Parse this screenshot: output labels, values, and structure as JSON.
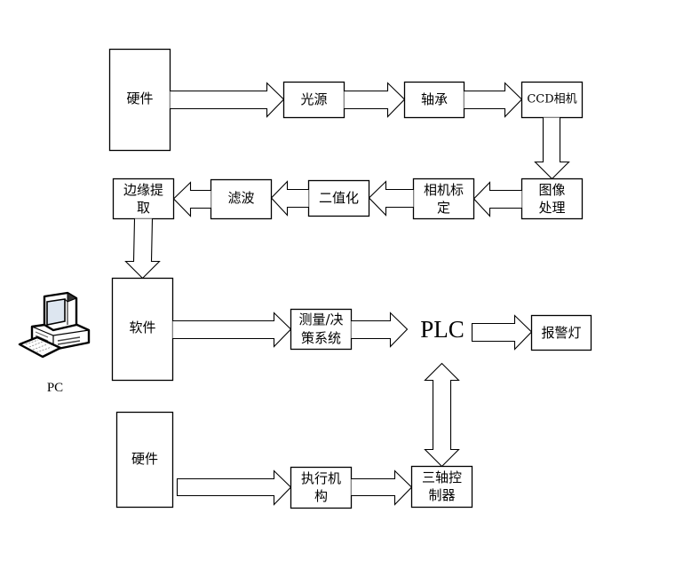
{
  "diagram": {
    "type": "flowchart",
    "nodes": {
      "hardware_top": {
        "label": "硬件"
      },
      "light_source": {
        "label": "光源"
      },
      "bearing": {
        "label": "轴承"
      },
      "ccd_camera": {
        "label": "CCD相机"
      },
      "image_processing": {
        "line1": "图像",
        "line2": "处理"
      },
      "camera_calibration": {
        "line1": "相机标",
        "line2": "定"
      },
      "binarization": {
        "label": "二值化"
      },
      "filtering": {
        "label": "滤波"
      },
      "edge_extraction": {
        "line1": "边缘提",
        "line2": "取"
      },
      "software": {
        "label": "软件"
      },
      "measure_decision": {
        "line1": "测量/决",
        "line2": "策系统"
      },
      "plc": {
        "label": "PLC"
      },
      "alarm_light": {
        "label": "报警灯"
      },
      "hardware_bottom": {
        "label": "硬件"
      },
      "actuator": {
        "line1": "执行机",
        "line2": "构"
      },
      "three_axis_controller": {
        "line1": "三轴控",
        "line2": "制器"
      },
      "pc": {
        "label": "PC",
        "icon": "desktop-computer-icon"
      }
    },
    "edges": [
      {
        "from": "hardware_top",
        "to": "light_source",
        "direction": "right"
      },
      {
        "from": "light_source",
        "to": "bearing",
        "direction": "right"
      },
      {
        "from": "bearing",
        "to": "ccd_camera",
        "direction": "right"
      },
      {
        "from": "ccd_camera",
        "to": "image_processing",
        "direction": "down"
      },
      {
        "from": "image_processing",
        "to": "camera_calibration",
        "direction": "left"
      },
      {
        "from": "camera_calibration",
        "to": "binarization",
        "direction": "left"
      },
      {
        "from": "binarization",
        "to": "filtering",
        "direction": "left"
      },
      {
        "from": "filtering",
        "to": "edge_extraction",
        "direction": "left"
      },
      {
        "from": "edge_extraction",
        "to": "software",
        "direction": "down"
      },
      {
        "from": "software",
        "to": "measure_decision",
        "direction": "right"
      },
      {
        "from": "measure_decision",
        "to": "plc",
        "direction": "right"
      },
      {
        "from": "plc",
        "to": "alarm_light",
        "direction": "right"
      },
      {
        "from": "plc",
        "to": "three_axis_controller",
        "direction": "bidirectional-vertical"
      },
      {
        "from": "hardware_bottom",
        "to": "actuator",
        "direction": "right"
      },
      {
        "from": "actuator",
        "to": "three_axis_controller",
        "direction": "right"
      }
    ]
  }
}
